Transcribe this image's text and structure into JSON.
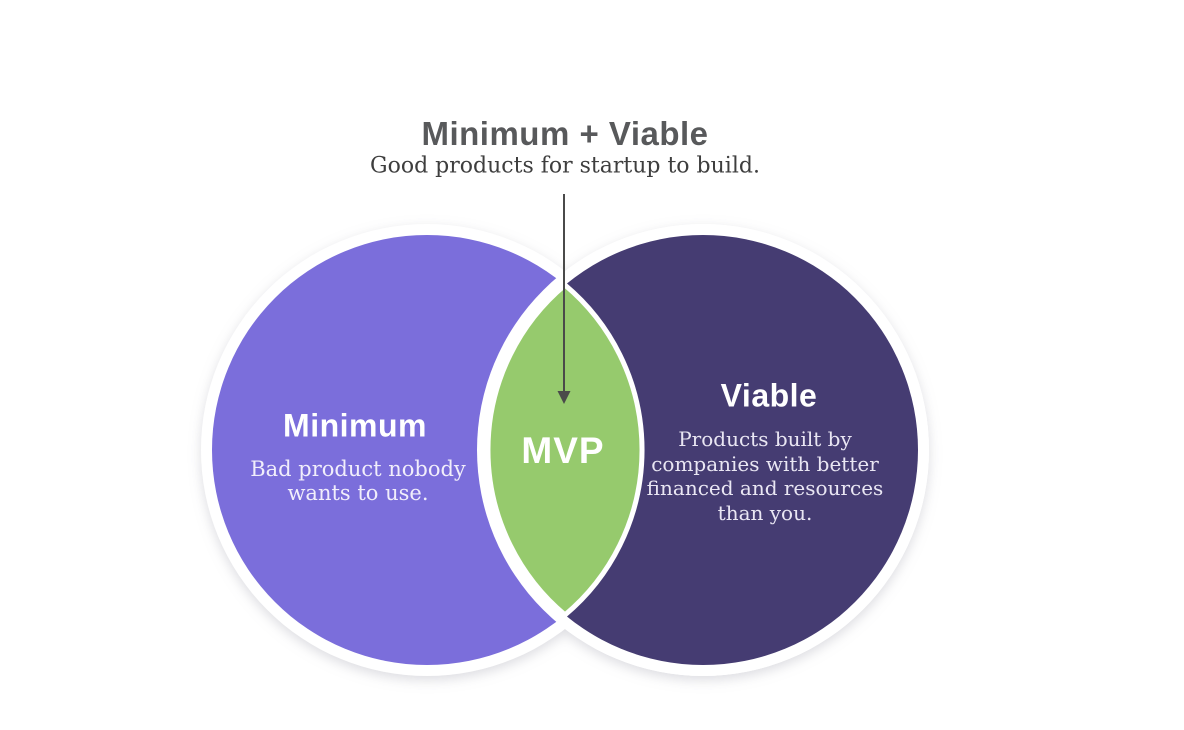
{
  "header": {
    "title": "Minimum + Viable",
    "subtitle": "Good products for startup to build."
  },
  "venn": {
    "left": {
      "heading": "Minimum",
      "description": "Bad product nobody\nwants to use.",
      "fill": "#7b6edb"
    },
    "right": {
      "heading": "Viable",
      "description": "Products built by\ncompanies with better\nfinanced and resources\nthan you.",
      "fill": "#453c72"
    },
    "overlap": {
      "heading": "MVP",
      "fill": "#96ca6d"
    }
  },
  "annotation": {
    "icon": "arrow-down-icon",
    "color": "#4a4a4a"
  }
}
